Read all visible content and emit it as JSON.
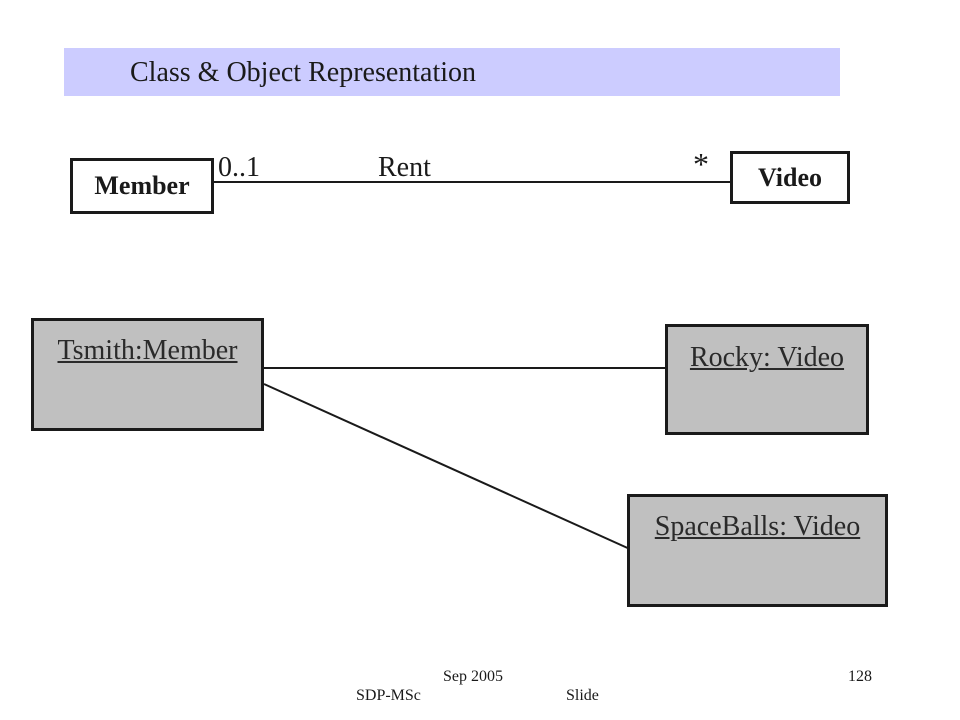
{
  "title": "Class & Object Representation",
  "class_diagram": {
    "classes": [
      {
        "name": "Member"
      },
      {
        "name": "Video"
      }
    ],
    "association": {
      "name": "Rent",
      "multiplicity_left": "0..1",
      "multiplicity_right": "*"
    }
  },
  "object_diagram": {
    "objects": [
      {
        "label": "Tsmith:Member"
      },
      {
        "label": "Rocky: Video"
      },
      {
        "label": "SpaceBalls: Video"
      }
    ]
  },
  "footer": {
    "date": "Sep 2005",
    "course": "SDP-MSc",
    "slide_label": "Slide",
    "page_number": "128"
  },
  "colors": {
    "title_background": "#ccccff",
    "object_fill": "#c0c0c0",
    "line": "#1a1a1a"
  }
}
